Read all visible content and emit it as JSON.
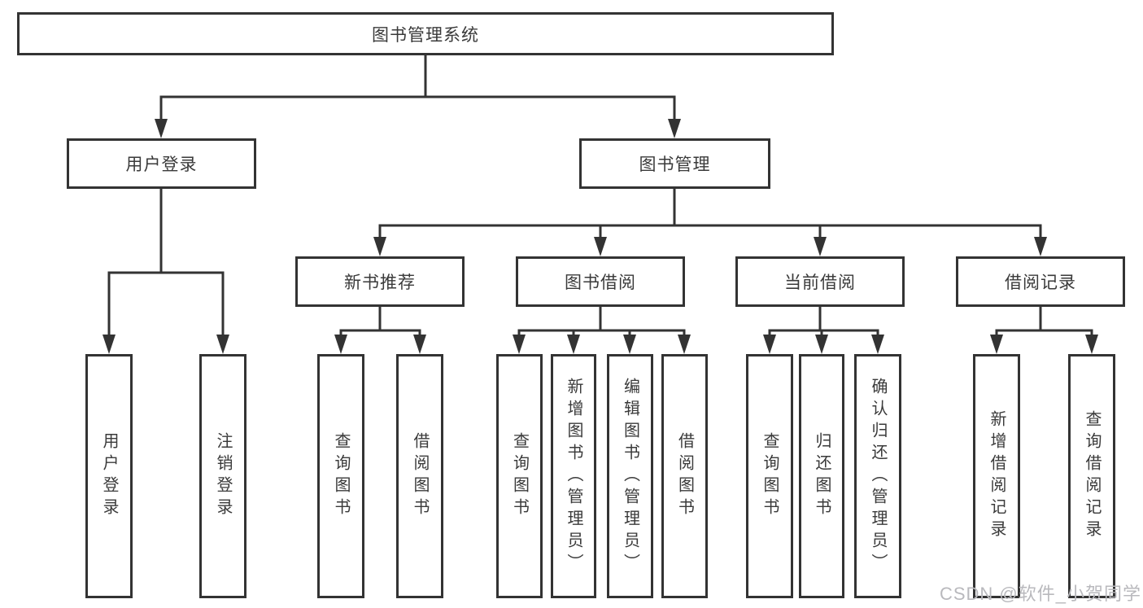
{
  "root": {
    "label": "图书管理系统"
  },
  "branches": {
    "login": {
      "label": "用户登录",
      "leaves": [
        {
          "label": "用户登录"
        },
        {
          "label": "注销登录"
        }
      ]
    },
    "management": {
      "label": "图书管理",
      "groups": [
        {
          "label": "新书推荐",
          "leaves": [
            {
              "label": "查询图书"
            },
            {
              "label": "借阅图书"
            }
          ]
        },
        {
          "label": "图书借阅",
          "leaves": [
            {
              "label": "查询图书"
            },
            {
              "label": "新增图书（管理员）"
            },
            {
              "label": "编辑图书（管理员）"
            },
            {
              "label": "借阅图书"
            }
          ]
        },
        {
          "label": "当前借阅",
          "leaves": [
            {
              "label": "查询图书"
            },
            {
              "label": "归还图书"
            },
            {
              "label": "确认归还（管理员）"
            }
          ]
        },
        {
          "label": "借阅记录",
          "leaves": [
            {
              "label": "新增借阅记录"
            },
            {
              "label": "查询借阅记录"
            }
          ]
        }
      ]
    }
  },
  "watermark": {
    "text": "CSDN @软件_小贺同学"
  },
  "colors": {
    "line": "#333333",
    "box_border": "#333333",
    "text": "#3a3a3a",
    "background": "#ffffff",
    "watermark": "#b9b9bd"
  }
}
